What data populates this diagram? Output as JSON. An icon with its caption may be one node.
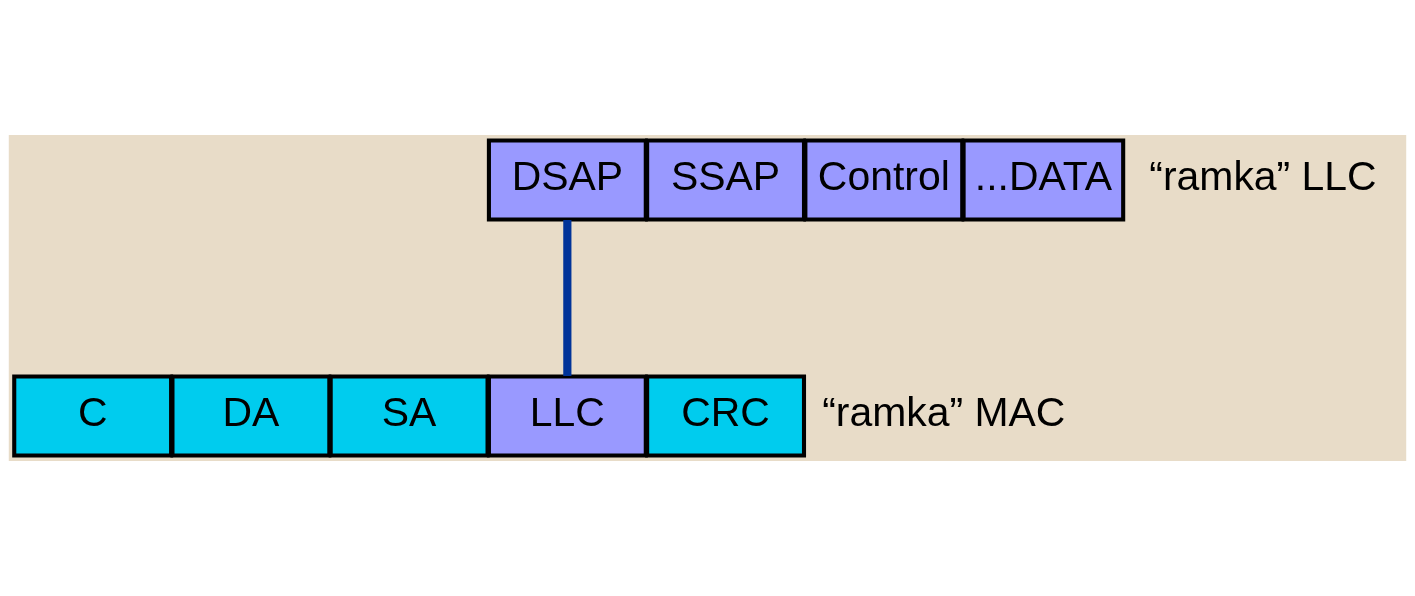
{
  "diagram": {
    "nodes": [
      {
        "text": [
          "DSAP"
        ]
      },
      {
        "text": [
          "SSAP"
        ]
      },
      {
        "text": [
          "Control"
        ]
      },
      {
        "text": [
          "...DATA"
        ]
      },
      {
        "text": [
          "C"
        ]
      },
      {
        "text": [
          "DA"
        ]
      },
      {
        "text": [
          "SA"
        ]
      },
      {
        "text": [
          "LLC"
        ]
      },
      {
        "text": [
          "CRC"
        ]
      }
    ],
    "edges": [
      {
        "from": 0,
        "to": 7,
        "arrow": "none"
      }
    ],
    "labels": [
      "“ramka” LLC",
      "“ramka” MAC"
    ]
  }
}
